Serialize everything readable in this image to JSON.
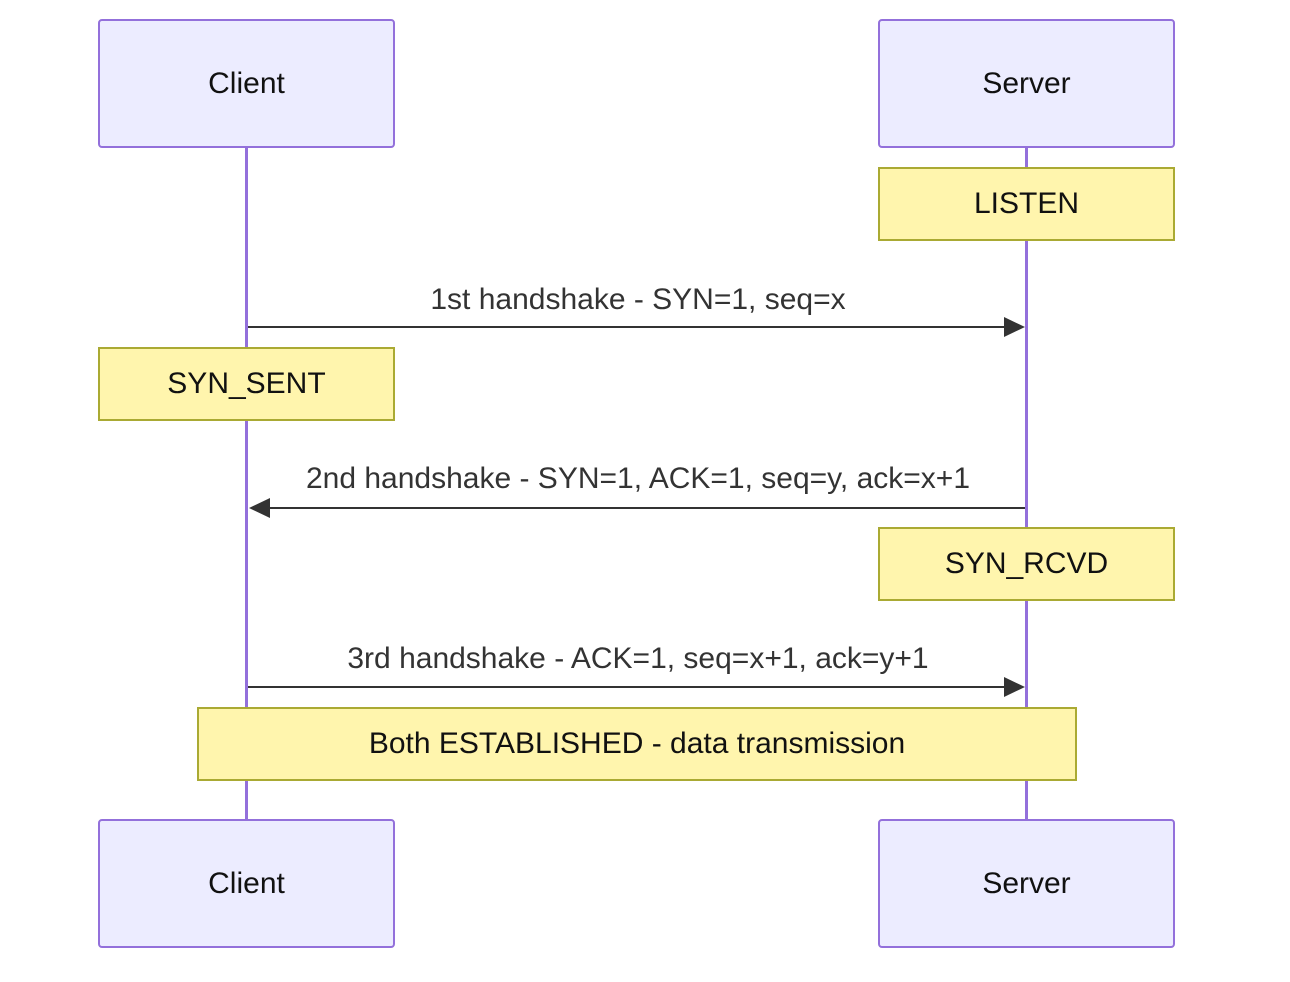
{
  "participants": {
    "client": "Client",
    "server": "Server"
  },
  "notes": {
    "listen": "LISTEN",
    "syn_sent": "SYN_SENT",
    "syn_rcvd": "SYN_RCVD",
    "established": "Both ESTABLISHED - data transmission"
  },
  "messages": [
    {
      "label": "1st handshake - SYN=1, seq=x",
      "from": "client",
      "to": "server"
    },
    {
      "label": "2nd handshake - SYN=1, ACK=1, seq=y, ack=x+1",
      "from": "server",
      "to": "client"
    },
    {
      "label": "3rd handshake - ACK=1, seq=x+1, ack=y+1",
      "from": "client",
      "to": "server"
    }
  ],
  "colors": {
    "actor_fill": "#ececff",
    "actor_border": "#9370db",
    "note_fill": "#fff5ad",
    "note_border": "#aaaa33",
    "arrow": "#333333"
  }
}
